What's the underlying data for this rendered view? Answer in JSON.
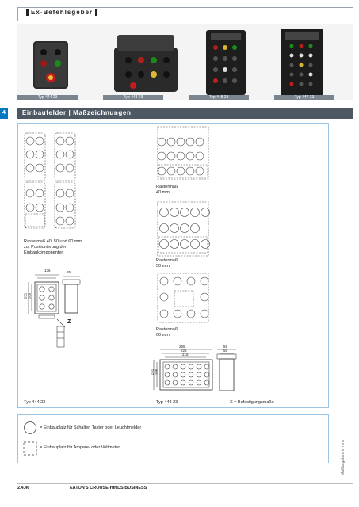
{
  "header": {
    "title": "Ex-Befehlsgeber"
  },
  "photos": {
    "captions": [
      "Typ 444 23",
      "Typ 448 23",
      "Typ 448 23",
      "Typ 447 23"
    ]
  },
  "section": {
    "tab_number": "4",
    "title": "Einbaufelder | Maßzeichnungen"
  },
  "notes": {
    "raster_40": [
      "Rastermaß",
      "40 mm"
    ],
    "raster_50": [
      "Rastermaß",
      "50 mm"
    ],
    "raster_60": [
      "Rastermaß",
      "60 mm"
    ],
    "left_note": [
      "Rastermaß 40, 50 und 60 mm",
      "zur Positionierung der",
      "Einbaukomponenten"
    ]
  },
  "dims": {
    "left": {
      "w1": "136",
      "w2": "85",
      "h1": "231",
      "h2": "186"
    },
    "right": {
      "w1": "265",
      "w2": "225",
      "w3": "215",
      "w4": "59",
      "w5": "55",
      "h1": "231",
      "h2": "186"
    },
    "z_label": "Z"
  },
  "captions": {
    "typ_444": "Typ 444 23",
    "typ_448": "Typ 448 23",
    "x_note": "X = Befestigungsmaße"
  },
  "legend": {
    "circle": "= Einbauplatz für Schalter, Taster oder Leuchtmelder",
    "square": "= Einbauplatz für Ampere- oder Voltmeter"
  },
  "side_note": "Maßangaben in mm",
  "footer": {
    "page": "2.4.46",
    "company": "EATON'S CROUSE-HINDS BUSINESS"
  }
}
